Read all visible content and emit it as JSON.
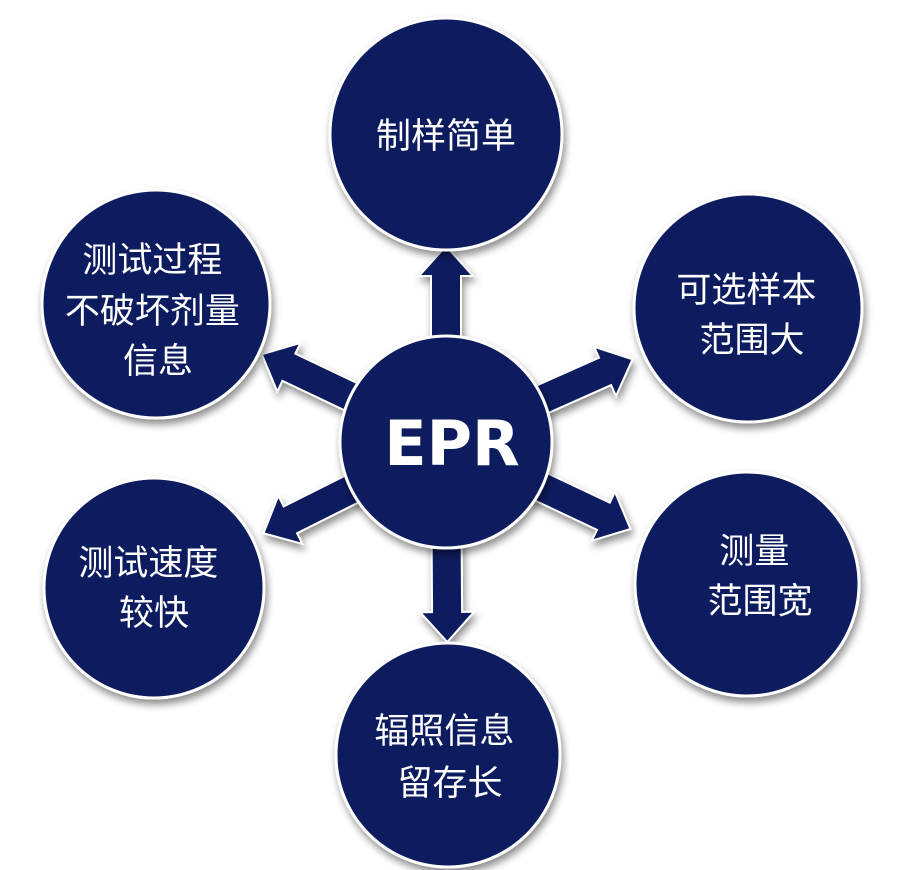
{
  "colors": {
    "fill": "#0f1c5e",
    "stroke": "#ffffff",
    "text": "#ffffff",
    "shadow": "#8c8c8c"
  },
  "center": {
    "label": "EPR"
  },
  "nodes": [
    {
      "id": "top",
      "lines": [
        "制样简单"
      ]
    },
    {
      "id": "top-right",
      "lines": [
        "可选样本",
        "范围大"
      ]
    },
    {
      "id": "bottom-right",
      "lines": [
        "测量",
        "范围宽"
      ]
    },
    {
      "id": "bottom",
      "lines": [
        "辐照信息",
        "留存长"
      ]
    },
    {
      "id": "bottom-left",
      "lines": [
        "测试速度",
        "较快"
      ]
    },
    {
      "id": "top-left",
      "lines": [
        "测试过程",
        "不破坏剂量",
        "信息"
      ]
    }
  ]
}
